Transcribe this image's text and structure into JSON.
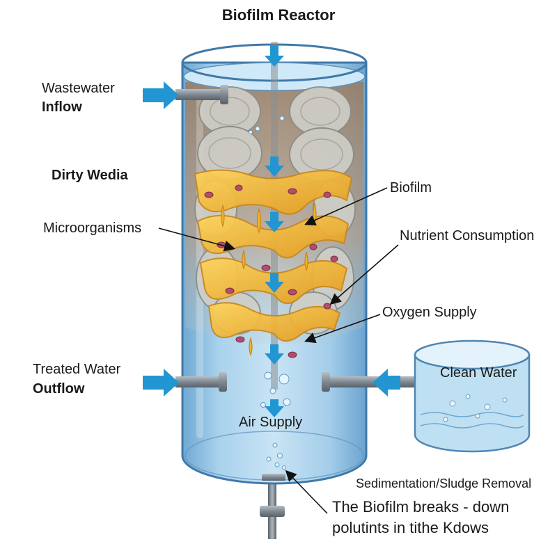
{
  "title": "Biofilm Reactor",
  "labels": {
    "inflow_line1": "Wastewater",
    "inflow_line2": "Inflow",
    "media": "Dirty Wedia",
    "microorganisms": "Microorganisms",
    "biofilm": "Biofilm",
    "nutrient": "Nutrient Consumption",
    "oxygen": "Oxygen Supply",
    "outflow_line1": "Treated Water",
    "outflow_line2": "Outflow",
    "clean_water": "Clean Water",
    "air_supply": "Air Supply",
    "sedimentation": "Sedimentation/Sludge Removal",
    "breakdown_line1": "The Biofilm breaks - down",
    "breakdown_line2": "polutints in tithe Kdows"
  },
  "colors": {
    "tank_water": "#9cc9e6",
    "tank_edge": "#3f79a8",
    "arrow": "#2196d3",
    "pipe": "#808a94",
    "biofilm": "#f2b22a",
    "microbe": "#b34d6b",
    "dirty_water": "#a5866a"
  }
}
